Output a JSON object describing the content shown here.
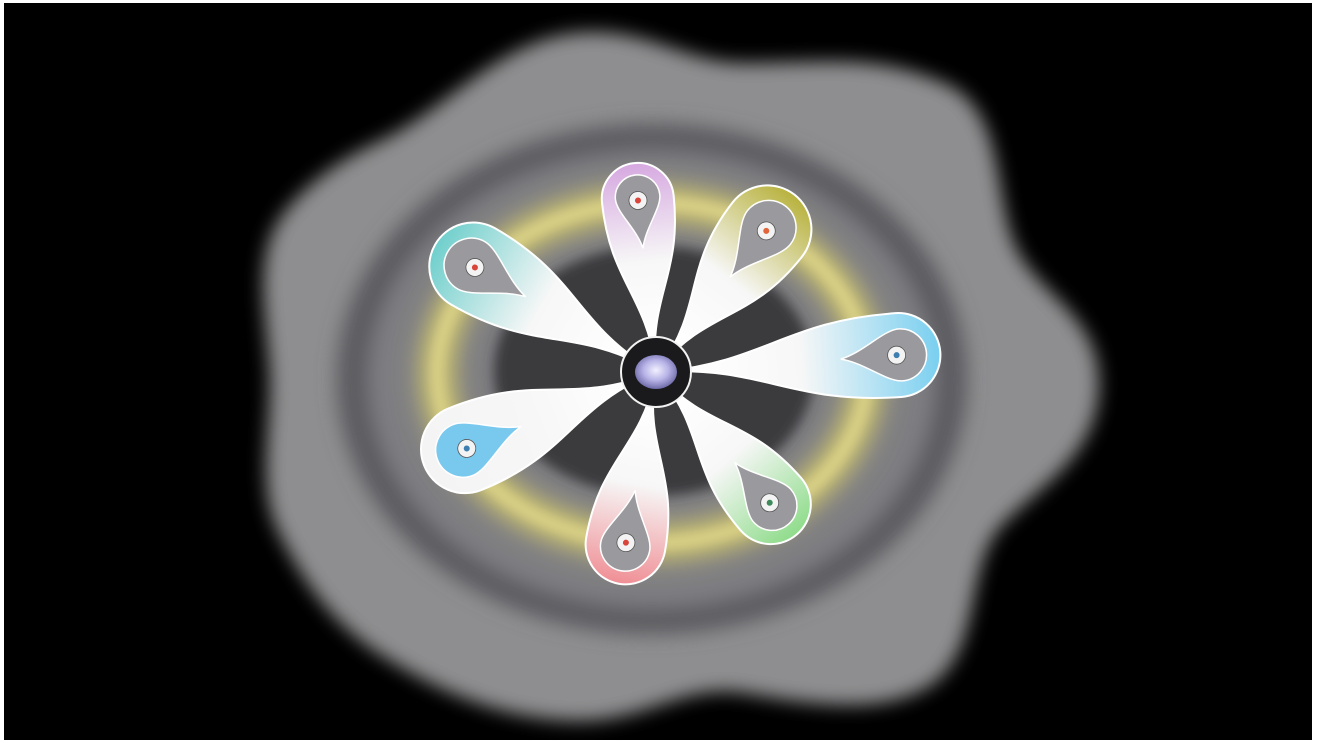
{
  "scene": {
    "background_color": "#000000",
    "outer_blob_color": "#8e8e90",
    "halo_color": "#e8dc6a",
    "inner_core_color": "#3b3b3d",
    "hub_color": "#b6b2e6",
    "petal_count": 7
  },
  "petals": [
    {
      "name": "petal-violet",
      "tint": "#d6a8e0",
      "spot": "gray",
      "dot": "#d9453a"
    },
    {
      "name": "petal-olive",
      "tint": "#b8b23e",
      "spot": "gray",
      "dot": "#e0653a"
    },
    {
      "name": "petal-sky",
      "tint": "#79cff0",
      "spot": "gray",
      "dot": "#3e7fb0"
    },
    {
      "name": "petal-mint",
      "tint": "#8fdc8b",
      "spot": "gray",
      "dot": "#3f8a5a"
    },
    {
      "name": "petal-rose",
      "tint": "#ef8f95",
      "spot": "gray",
      "dot": "#d9453a"
    },
    {
      "name": "petal-white",
      "tint": "#f4f4f4",
      "spot": "blue",
      "dot": "#3e7fb0"
    },
    {
      "name": "petal-teal",
      "tint": "#6fcfcc",
      "spot": "gray",
      "dot": "#d9453a"
    }
  ]
}
